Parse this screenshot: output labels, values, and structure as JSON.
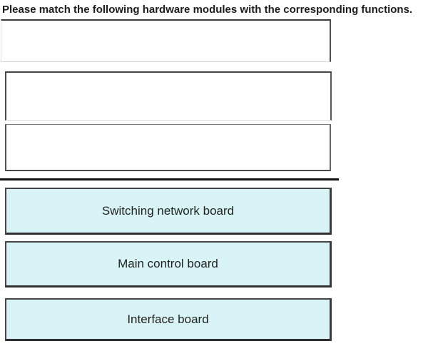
{
  "title": "Please match the following hardware modules with the corresponding functions.",
  "colors": {
    "option_fill": "#d8f4f7",
    "option_border": "#454545",
    "divider": "#0f0f0f",
    "title_text": "#1c1c1c",
    "option_text": "#222222"
  },
  "drop_zones": [
    {
      "value": ""
    },
    {
      "value": ""
    },
    {
      "value": ""
    }
  ],
  "options": [
    {
      "label": "Switching network board"
    },
    {
      "label": "Main control board"
    },
    {
      "label": "Interface board"
    }
  ]
}
